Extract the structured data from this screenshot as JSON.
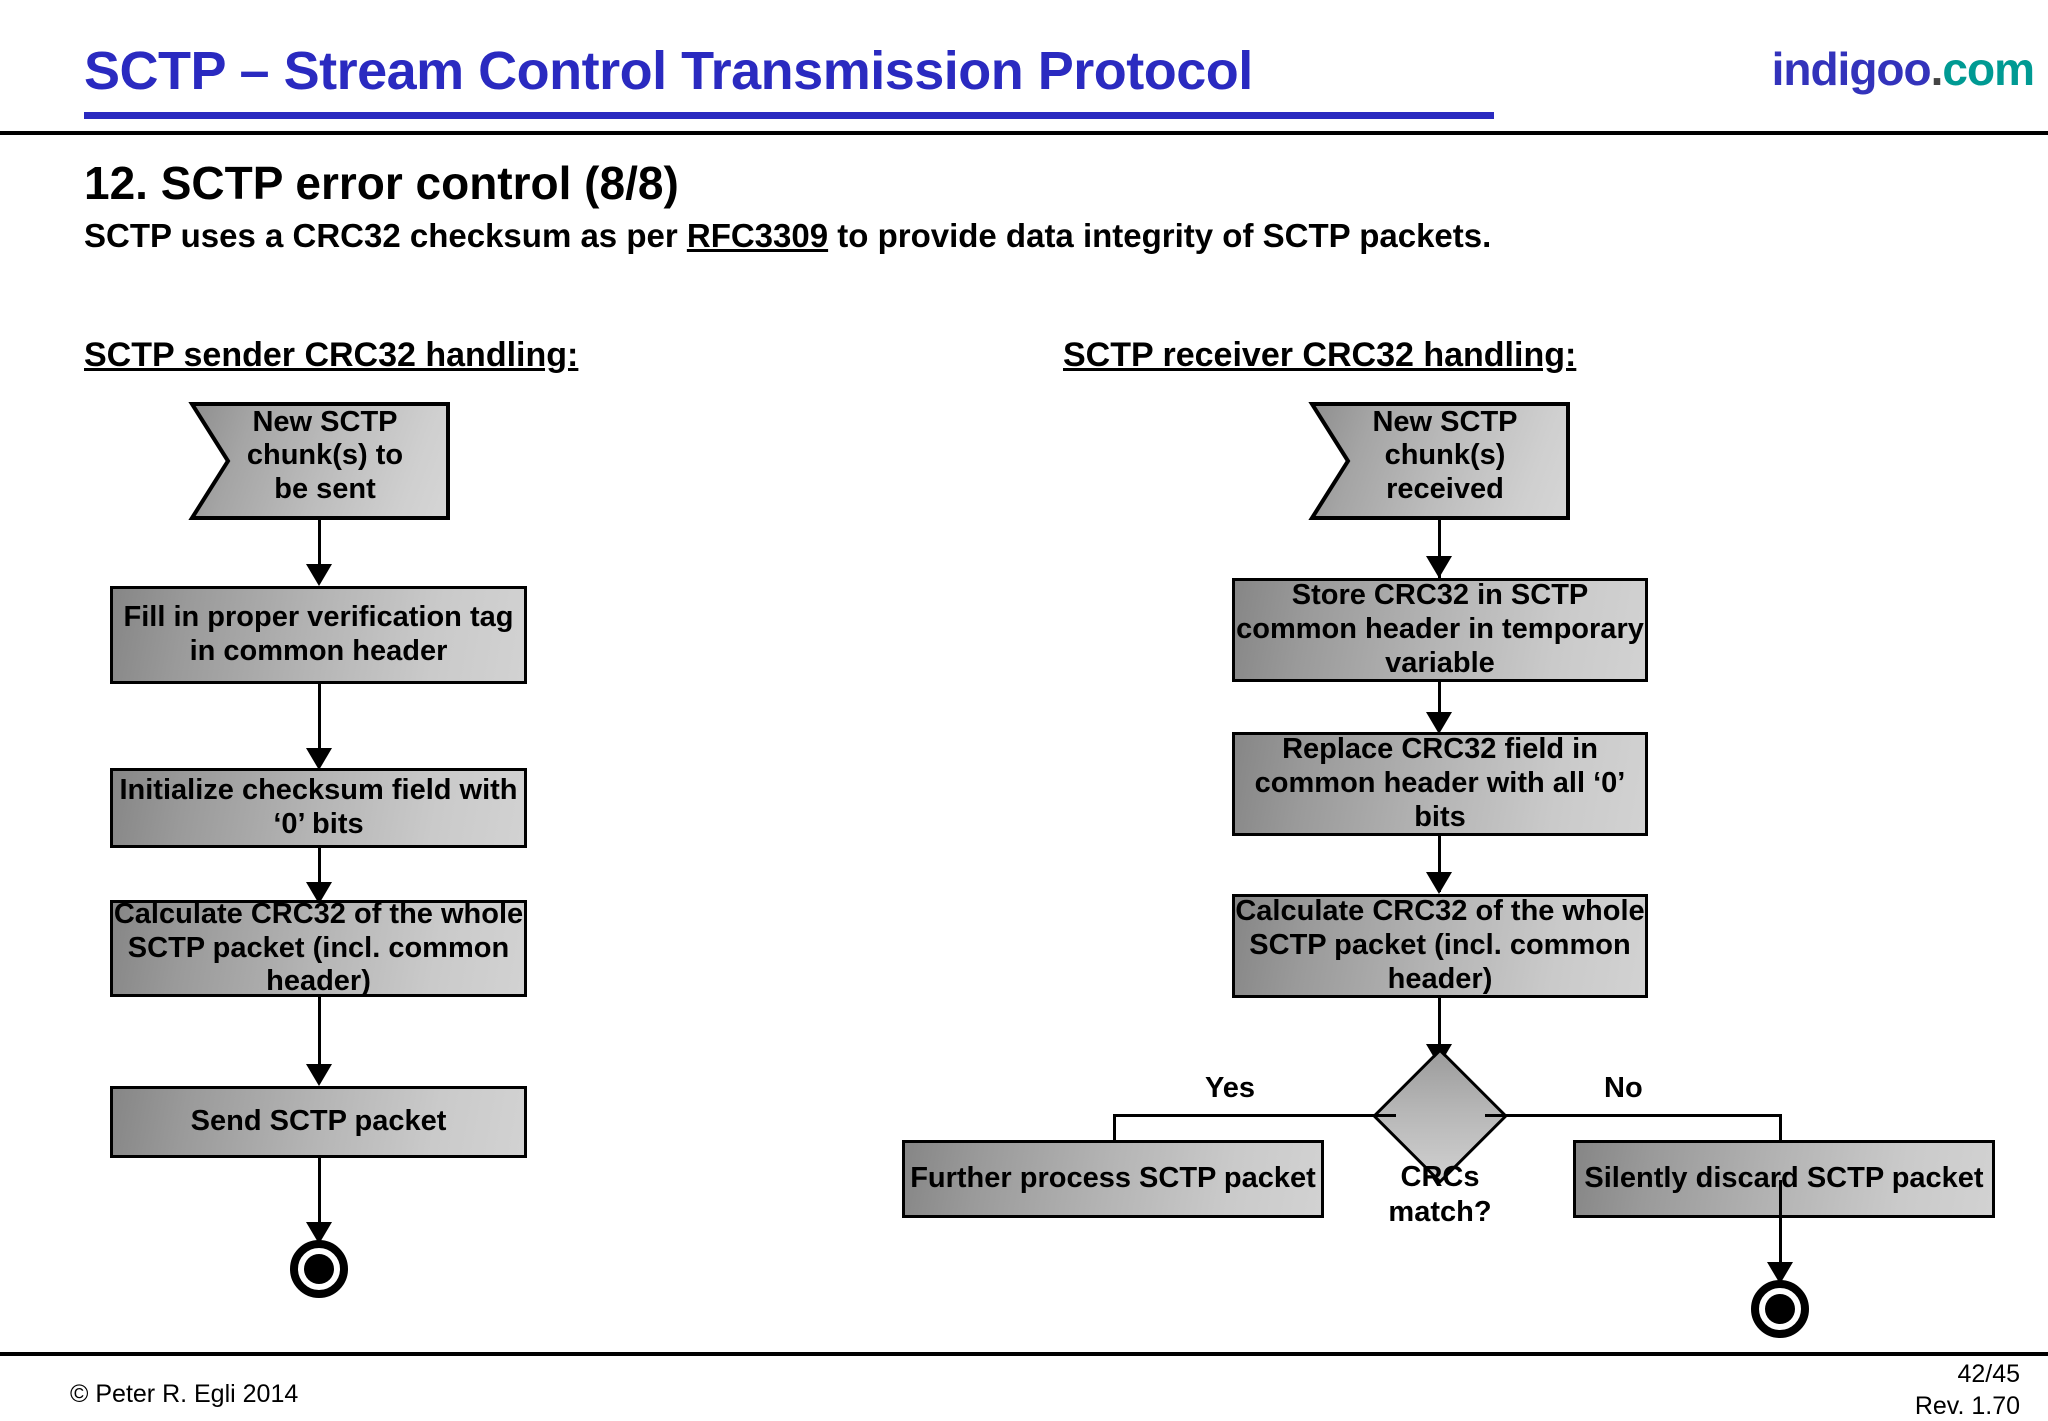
{
  "header": {
    "title": "SCTP – Stream Control Transmission Protocol",
    "brand_name": "indigoo",
    "brand_dot": ".",
    "brand_tld": "com",
    "title_color": "#2a2ac0",
    "brand_name_color": "#3333bb",
    "brand_tld_color": "#009a93"
  },
  "section": {
    "title": "12. SCTP error control (8/8)",
    "subtitle_before": "SCTP uses a CRC32 checksum as per ",
    "subtitle_link": "RFC3309",
    "subtitle_after": " to provide data integrity of SCTP packets."
  },
  "sender": {
    "column_title": "SCTP sender CRC32 handling:",
    "start": "New SCTP\nchunk(s) to\nbe sent",
    "steps": [
      "Fill in proper verification tag in common header",
      "Initialize checksum field with ‘0’ bits",
      "Calculate CRC32 of the whole SCTP packet (incl. common header)",
      "Send SCTP packet"
    ],
    "end_node": "end-node"
  },
  "receiver": {
    "column_title": "SCTP receiver CRC32 handling:",
    "start": "New SCTP\nchunk(s)\nreceived",
    "steps": [
      "Store CRC32 in SCTP common header in temporary variable",
      "Replace CRC32 field in common header with all ‘0’ bits",
      "Calculate CRC32 of the whole SCTP packet (incl. common header)"
    ],
    "decision": "CRCs\nmatch?",
    "branch_yes": "Yes",
    "branch_no": "No",
    "yes_target": "Further process SCTP packet",
    "no_target": "Silently discard SCTP packet",
    "end_node": "end-node"
  },
  "footer": {
    "copyright": "© Peter R. Egli 2014",
    "page": "42/45",
    "revision": "Rev. 1.70"
  }
}
